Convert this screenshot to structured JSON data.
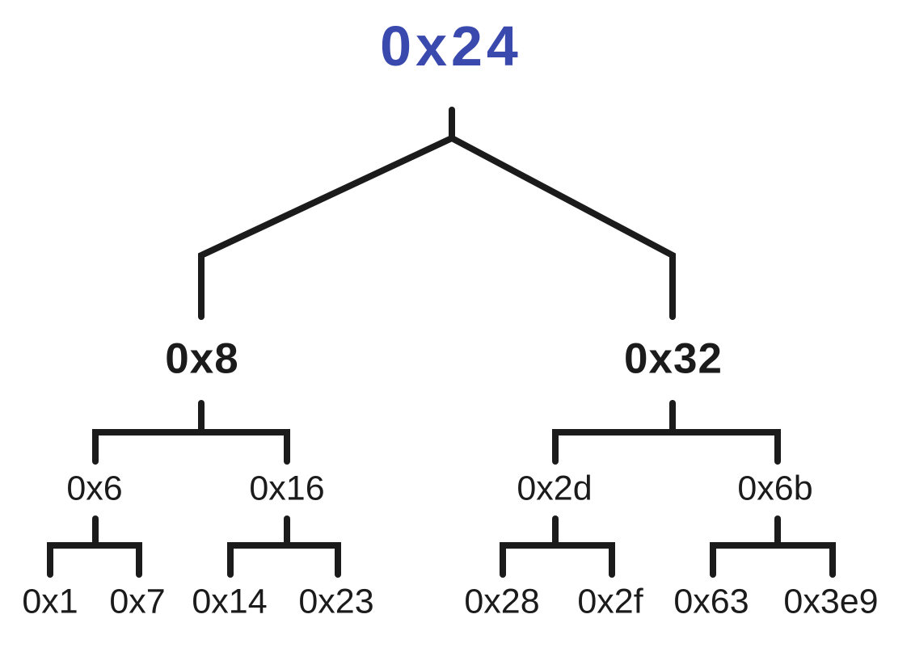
{
  "colors": {
    "root_label": "#3a49ad",
    "node_label": "#1b1b1b",
    "line": "#1b1b1b",
    "background": "#ffffff"
  },
  "diagram": {
    "type": "binary-tree"
  },
  "tree": {
    "label": "0x24",
    "children": [
      {
        "label": "0x8",
        "children": [
          {
            "label": "0x6",
            "children": [
              {
                "label": "0x1"
              },
              {
                "label": "0x7"
              }
            ]
          },
          {
            "label": "0x16",
            "children": [
              {
                "label": "0x14"
              },
              {
                "label": "0x23"
              }
            ]
          }
        ]
      },
      {
        "label": "0x32",
        "children": [
          {
            "label": "0x2d",
            "children": [
              {
                "label": "0x28"
              },
              {
                "label": "0x2f"
              }
            ]
          },
          {
            "label": "0x6b",
            "children": [
              {
                "label": "0x63"
              },
              {
                "label": "0x3e9"
              }
            ]
          }
        ]
      }
    ]
  }
}
